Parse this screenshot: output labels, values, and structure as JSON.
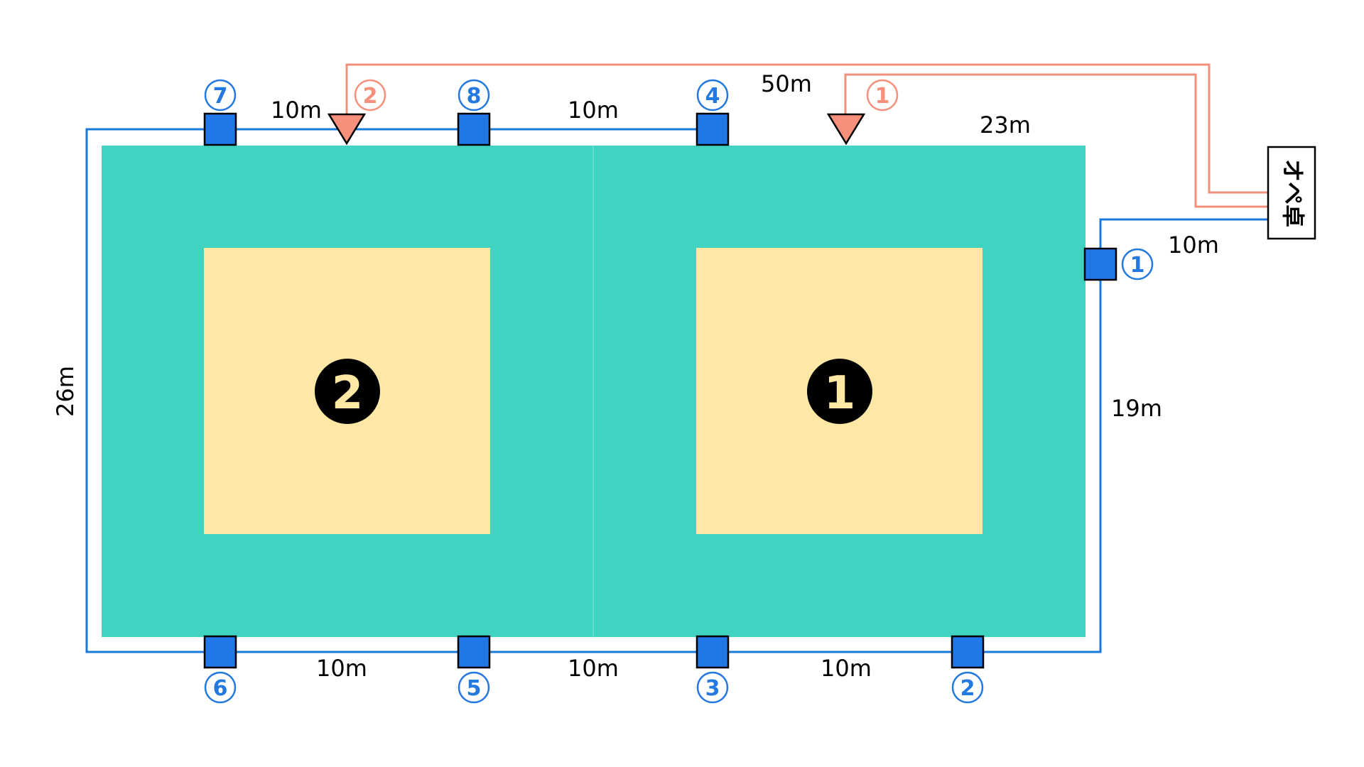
{
  "colors": {
    "court": "#41d3c1",
    "inner": "#ffe7a5",
    "blue_line": "#1a78d8",
    "box": "#1f77e8",
    "red_line": "#f0907a",
    "triangle": "#f6907c",
    "red_num": "#f6907c",
    "blue_num": "#2479e0",
    "black": "#000000"
  },
  "courts": [
    {
      "label": "2",
      "icon": "court-number-circle"
    },
    {
      "label": "1",
      "icon": "court-number-circle"
    }
  ],
  "operator_desk": {
    "label": "オペ卓"
  },
  "cameras": {
    "shape": "blue-square",
    "labels": [
      "7",
      "8",
      "4",
      "1",
      "2",
      "3",
      "5",
      "6"
    ]
  },
  "mics": {
    "shape": "red-triangle",
    "labels": [
      "2",
      "1"
    ]
  },
  "measurements": {
    "top_left": "10m",
    "top_middle": "10m",
    "red_cable": "50m",
    "top_right": "23m",
    "right_upper": "10m",
    "right_side": "19m",
    "left_side": "26m",
    "bottom_left": "10m",
    "bottom_middle": "10m",
    "bottom_right": "10m"
  }
}
